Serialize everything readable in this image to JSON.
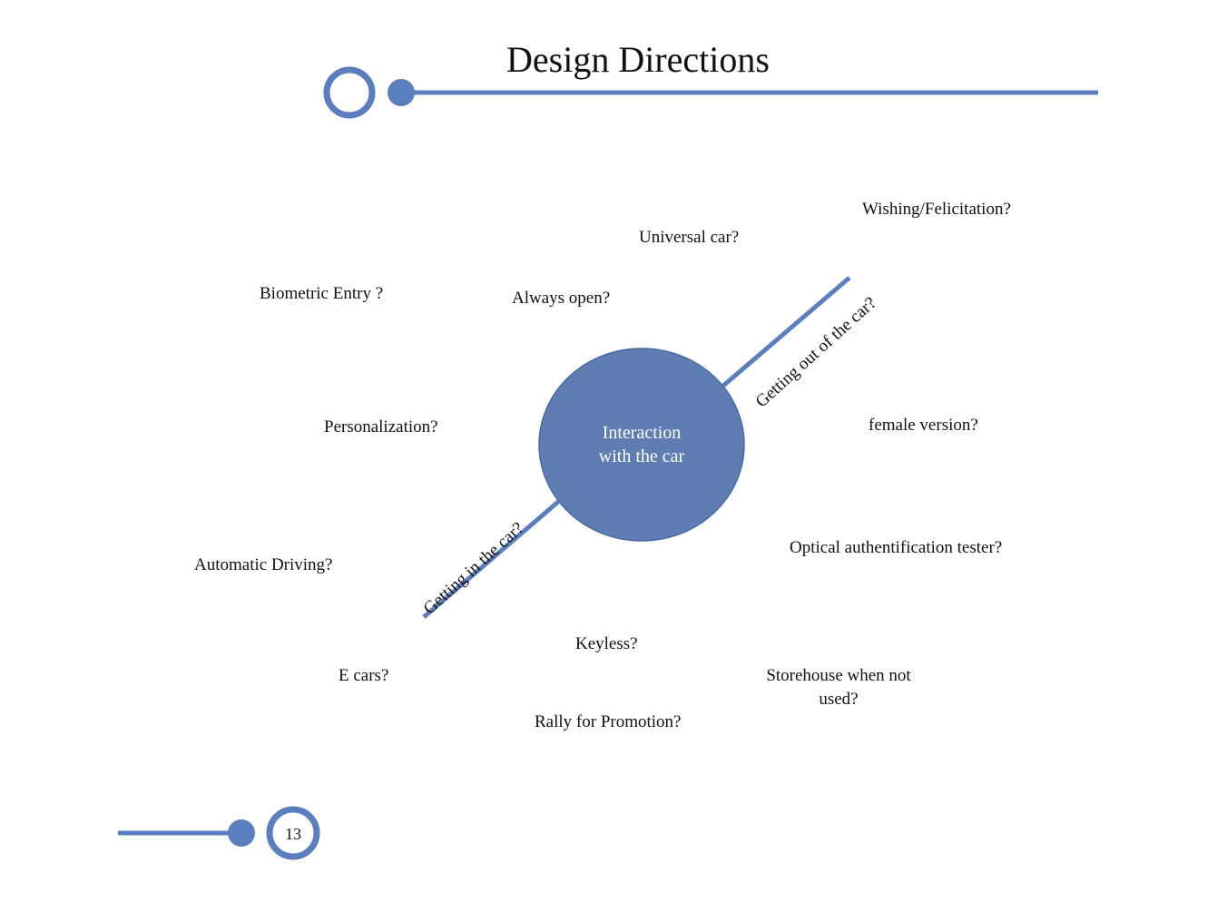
{
  "header": {
    "title": "Design Directions"
  },
  "center": {
    "label": "Interaction\nwith the car"
  },
  "axes": {
    "in": "Getting in the car?",
    "out": "Getting out of the car?"
  },
  "ideas": {
    "wishing": "Wishing/Felicitation?",
    "universal": "Universal car?",
    "biometric": "Biometric Entry ?",
    "always_open": "Always open?",
    "personalization": "Personalization?",
    "female": "female version?",
    "optical": "Optical authentification tester?",
    "automatic": "Automatic Driving?",
    "keyless": "Keyless?",
    "ecars": "E cars?",
    "storehouse": "Storehouse when not used?",
    "rally": "Rally for Promotion?"
  },
  "footer": {
    "page_number": "13"
  },
  "colors": {
    "accent": "#5b7fbe",
    "circle_fill": "#5f7db3",
    "circle_stroke": "#4a6aa3"
  }
}
